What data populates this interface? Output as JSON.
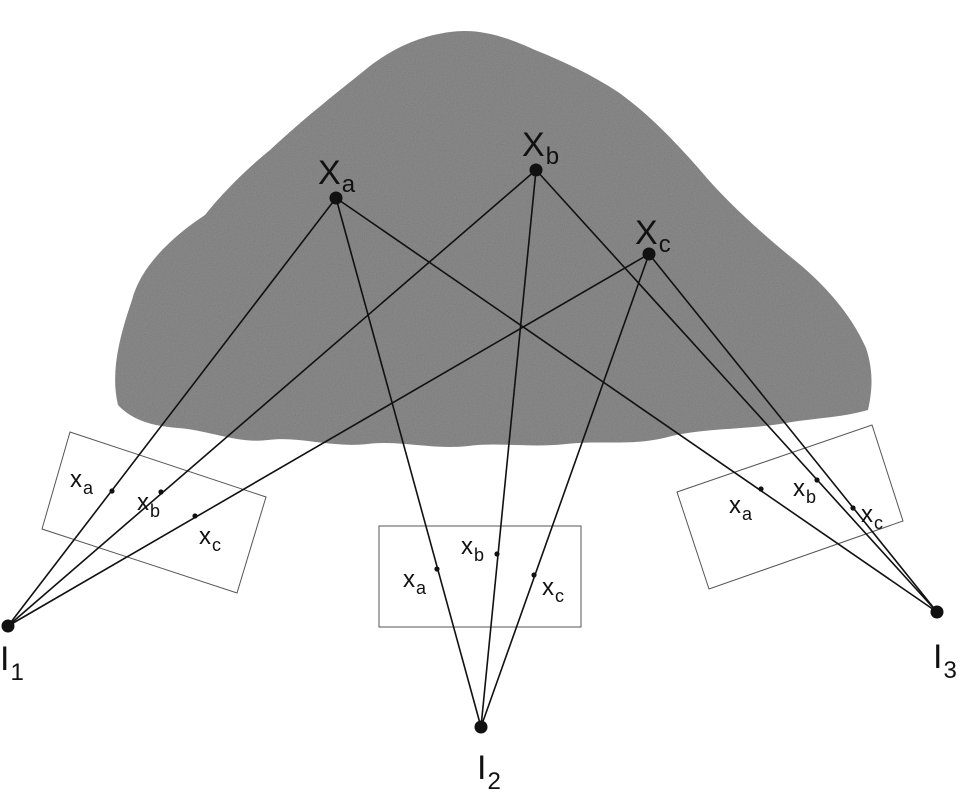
{
  "diagram": {
    "description_free": true,
    "world_points": [
      {
        "key": "a",
        "label": "X",
        "sub": "a"
      },
      {
        "key": "b",
        "label": "X",
        "sub": "b"
      },
      {
        "key": "c",
        "label": "X",
        "sub": "c"
      }
    ],
    "cameras": [
      {
        "label": "I",
        "sub": "1"
      },
      {
        "label": "I",
        "sub": "2"
      },
      {
        "label": "I",
        "sub": "3"
      }
    ],
    "image_point_labels": {
      "a": {
        "label": "x",
        "sub": "a"
      },
      "b": {
        "label": "x",
        "sub": "b"
      },
      "c": {
        "label": "x",
        "sub": "c"
      }
    },
    "colors": {
      "line": "#111111",
      "plane": "#555555",
      "pile": "#8d8d8d"
    }
  }
}
